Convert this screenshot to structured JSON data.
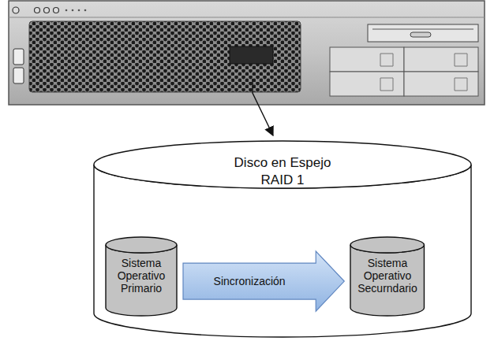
{
  "diagram": {
    "nodes": [
      {
        "text": [
          "Disco en Espejo RAID 1"
        ]
      },
      {
        "text": [
          "Sistema Operativo Primario"
        ],
        "in": 0
      },
      {
        "text": [
          "Sistema Operativo Securndario"
        ],
        "in": 0
      }
    ],
    "edges": [
      {
        "from": 1,
        "to": 2,
        "arrow": "to",
        "label": "Sincronización"
      }
    ]
  }
}
